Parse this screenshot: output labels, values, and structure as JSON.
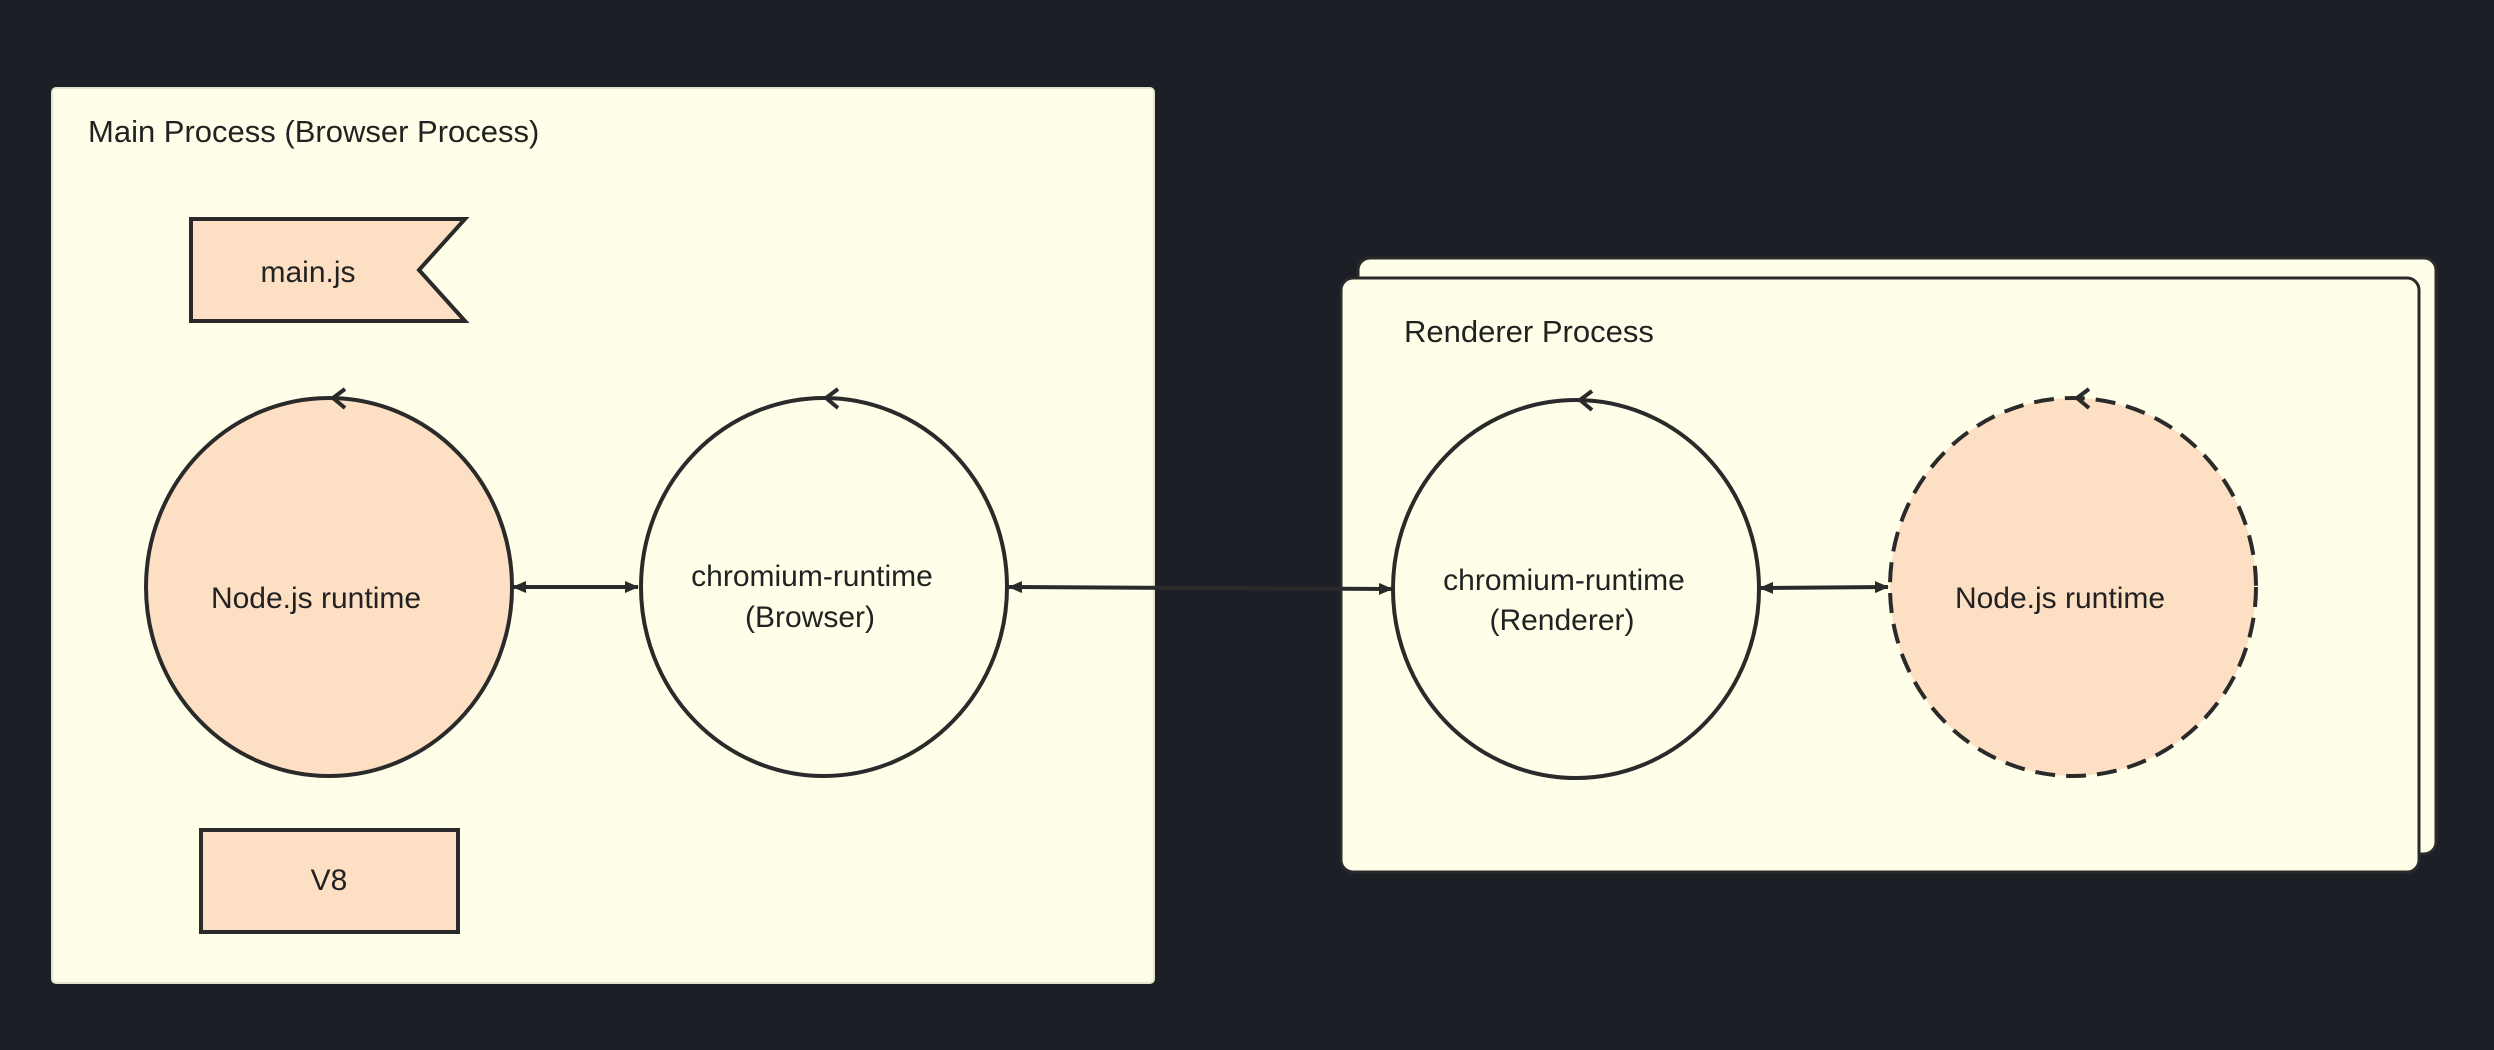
{
  "main_process": {
    "title": "Main Process (Browser Process)",
    "entry_script": "main.js",
    "node_runtime": "Node.js runtime",
    "chromium_runtime_line1": "chromium-runtime",
    "chromium_runtime_line2": "(Browser)",
    "engine": "V8"
  },
  "renderer_process": {
    "title": "Renderer Process",
    "chromium_runtime_line1": "chromium-runtime",
    "chromium_runtime_line2": "(Renderer)",
    "node_runtime": "Node.js runtime"
  },
  "colors": {
    "background": "#1c1f26",
    "panel": "#fefee9",
    "node_fill": "#fddfc4",
    "stroke": "#2a2a2a"
  }
}
